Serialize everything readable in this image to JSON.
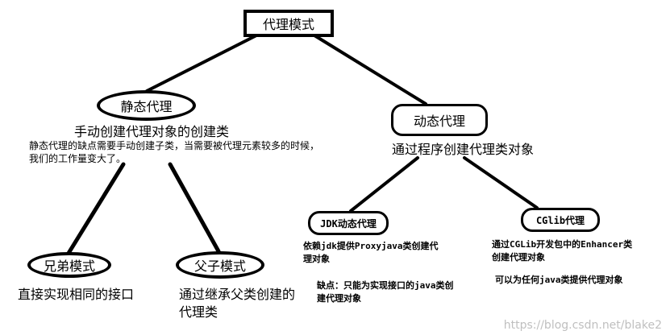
{
  "nodes": {
    "root": "代理模式",
    "static_proxy": "静态代理",
    "dynamic_proxy": "动态代理",
    "jdk_proxy": "JDK动态代理",
    "cglib_proxy": "CGlib代理",
    "sibling_mode": "兄弟模式",
    "parent_child_mode": "父子模式"
  },
  "texts": {
    "static_desc": "手动创建代理对象的创建类",
    "static_note_line1": "静态代理的缺点需要手动创建子类，当需要被代理元素较多的时候，",
    "static_note_line2": "我们的工作量变大了。",
    "dynamic_desc": "通过程序创建代理类对象",
    "jdk_desc_line1": "依赖jdk提供Proxyjava类创建代",
    "jdk_desc_line2": "理对象",
    "jdk_con_line1": "缺点：只能为实现接口的java类创",
    "jdk_con_line2": "建代理对象",
    "cglib_desc_line1": "通过CGLib开发包中的Enhancer类",
    "cglib_desc_line2": "创建代理对象",
    "cglib_desc_line3": "可以为任何java类提供代理对象",
    "sibling_desc": "直接实现相同的接口",
    "parent_child_desc_line1": "通过继承父类创建的",
    "parent_child_desc_line2": "代理类"
  },
  "watermark": "https://blog.csdn.net/blake2"
}
